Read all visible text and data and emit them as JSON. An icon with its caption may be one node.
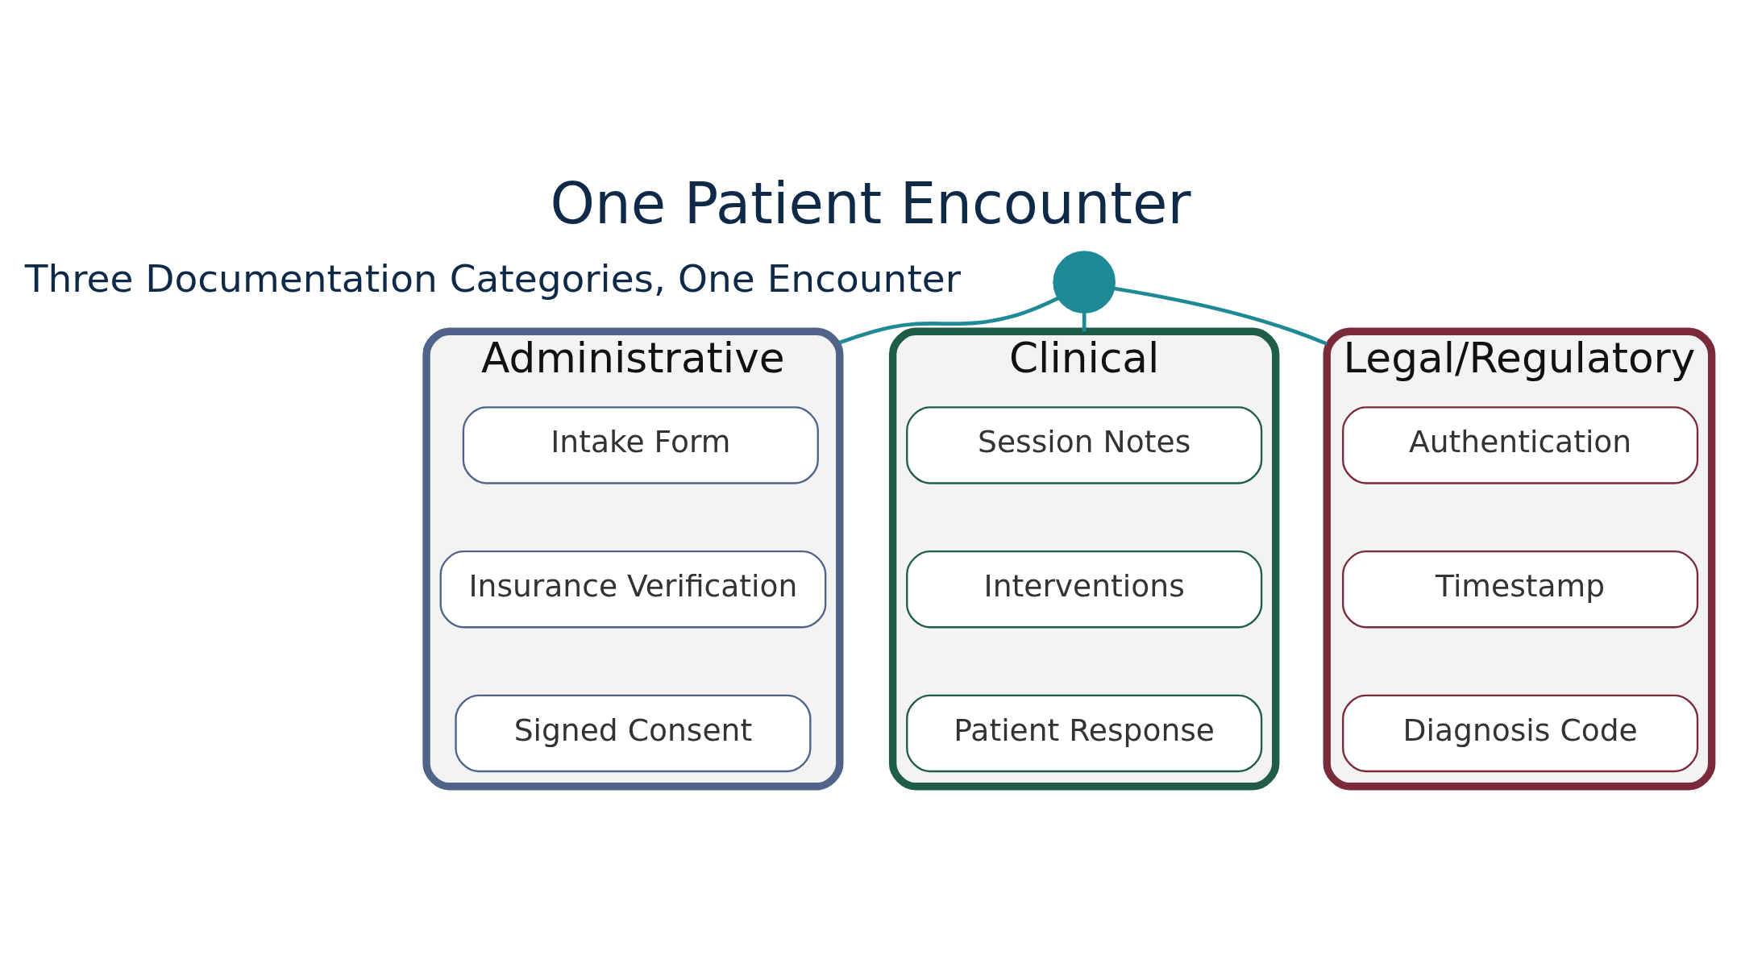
{
  "diagram": {
    "title": "One Patient Encounter",
    "nodes": [
      {
        "text": [],
        "shape": "circle"
      },
      {
        "text": [
          "Administrative"
        ]
      },
      {
        "text": [
          "Intake Form"
        ],
        "in": 1
      },
      {
        "text": [
          "Insurance Verification"
        ],
        "in": 1
      },
      {
        "text": [
          "Signed Consent"
        ],
        "in": 1
      },
      {
        "text": [
          "Clinical"
        ]
      },
      {
        "text": [
          "Session Notes"
        ],
        "in": 5
      },
      {
        "text": [
          "Interventions"
        ],
        "in": 5
      },
      {
        "text": [
          "Patient Response"
        ],
        "in": 5
      },
      {
        "text": [
          "Legal/Regulatory"
        ]
      },
      {
        "text": [
          "Authentication"
        ],
        "in": 9
      },
      {
        "text": [
          "Timestamp"
        ],
        "in": 9
      },
      {
        "text": [
          "Diagnosis Code"
        ],
        "in": 9
      }
    ],
    "edges": [
      {
        "from": 0,
        "to": 1,
        "arrow": "none"
      },
      {
        "from": 0,
        "to": 5,
        "arrow": "none"
      },
      {
        "from": 0,
        "to": 9,
        "arrow": "none"
      }
    ],
    "labels": [
      "Three Documentation Categories, One Encounter"
    ]
  }
}
